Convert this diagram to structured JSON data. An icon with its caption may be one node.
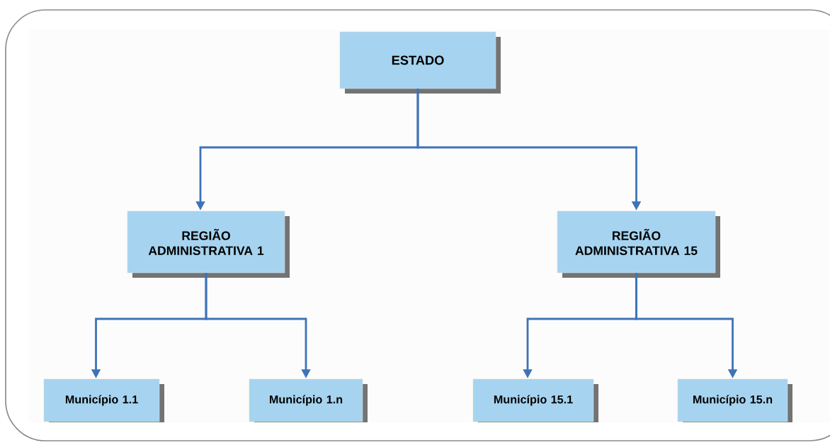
{
  "diagram": {
    "nodes": [
      {
        "text": [
          "ESTADO"
        ]
      },
      {
        "text": [
          "REGIÃO ADMINISTRATIVA 1"
        ]
      },
      {
        "text": [
          "REGIÃO ADMINISTRATIVA 15"
        ]
      },
      {
        "text": [
          "Município 1.1"
        ]
      },
      {
        "text": [
          "Município 1.n"
        ]
      },
      {
        "text": [
          "Município 15.1"
        ]
      },
      {
        "text": [
          "Município 15.n"
        ]
      }
    ],
    "edges": [
      {
        "from": 0,
        "to": 1,
        "arrow": "to"
      },
      {
        "from": 0,
        "to": 2,
        "arrow": "to"
      },
      {
        "from": 1,
        "to": 3,
        "arrow": "to"
      },
      {
        "from": 1,
        "to": 4,
        "arrow": "to"
      },
      {
        "from": 2,
        "to": 5,
        "arrow": "to"
      },
      {
        "from": 2,
        "to": 6,
        "arrow": "to"
      }
    ]
  }
}
